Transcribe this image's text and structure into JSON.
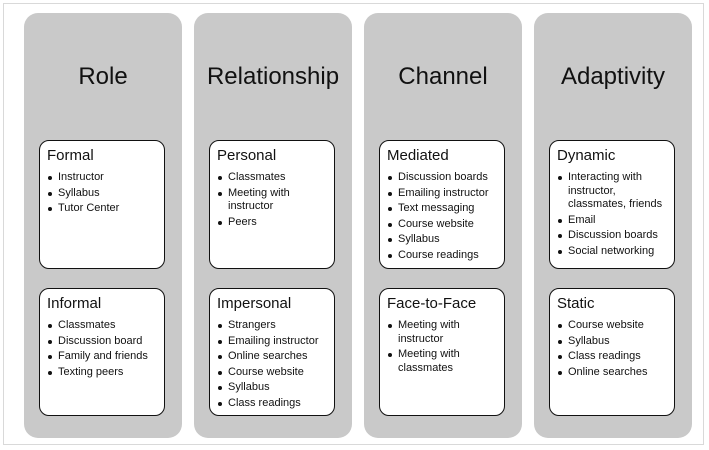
{
  "columns": [
    {
      "title": "Role",
      "boxes": [
        {
          "title": "Formal",
          "items": [
            "Instructor",
            "Syllabus",
            "Tutor Center"
          ]
        },
        {
          "title": "Informal",
          "items": [
            "Classmates",
            "Discussion board",
            "Family and friends",
            "Texting peers"
          ]
        }
      ]
    },
    {
      "title": "Relationship",
      "boxes": [
        {
          "title": "Personal",
          "items": [
            "Classmates",
            "Meeting with instructor",
            "Peers"
          ]
        },
        {
          "title": "Impersonal",
          "items": [
            "Strangers",
            "Emailing instructor",
            "Online searches",
            "Course website",
            "Syllabus",
            "Class readings"
          ]
        }
      ]
    },
    {
      "title": "Channel",
      "boxes": [
        {
          "title": "Mediated",
          "items": [
            "Discussion boards",
            "Emailing instructor",
            "Text messaging",
            "Course website",
            "Syllabus",
            "Course readings"
          ]
        },
        {
          "title": "Face-to-Face",
          "items": [
            "Meeting with instructor",
            "Meeting with classmates"
          ]
        }
      ]
    },
    {
      "title": "Adaptivity",
      "boxes": [
        {
          "title": "Dynamic",
          "items": [
            "Interacting with instructor, classmates, friends",
            "Email",
            "Discussion boards",
            "Social networking"
          ]
        },
        {
          "title": "Static",
          "items": [
            "Course website",
            "Syllabus",
            "Class readings",
            "Online searches"
          ]
        }
      ]
    }
  ]
}
